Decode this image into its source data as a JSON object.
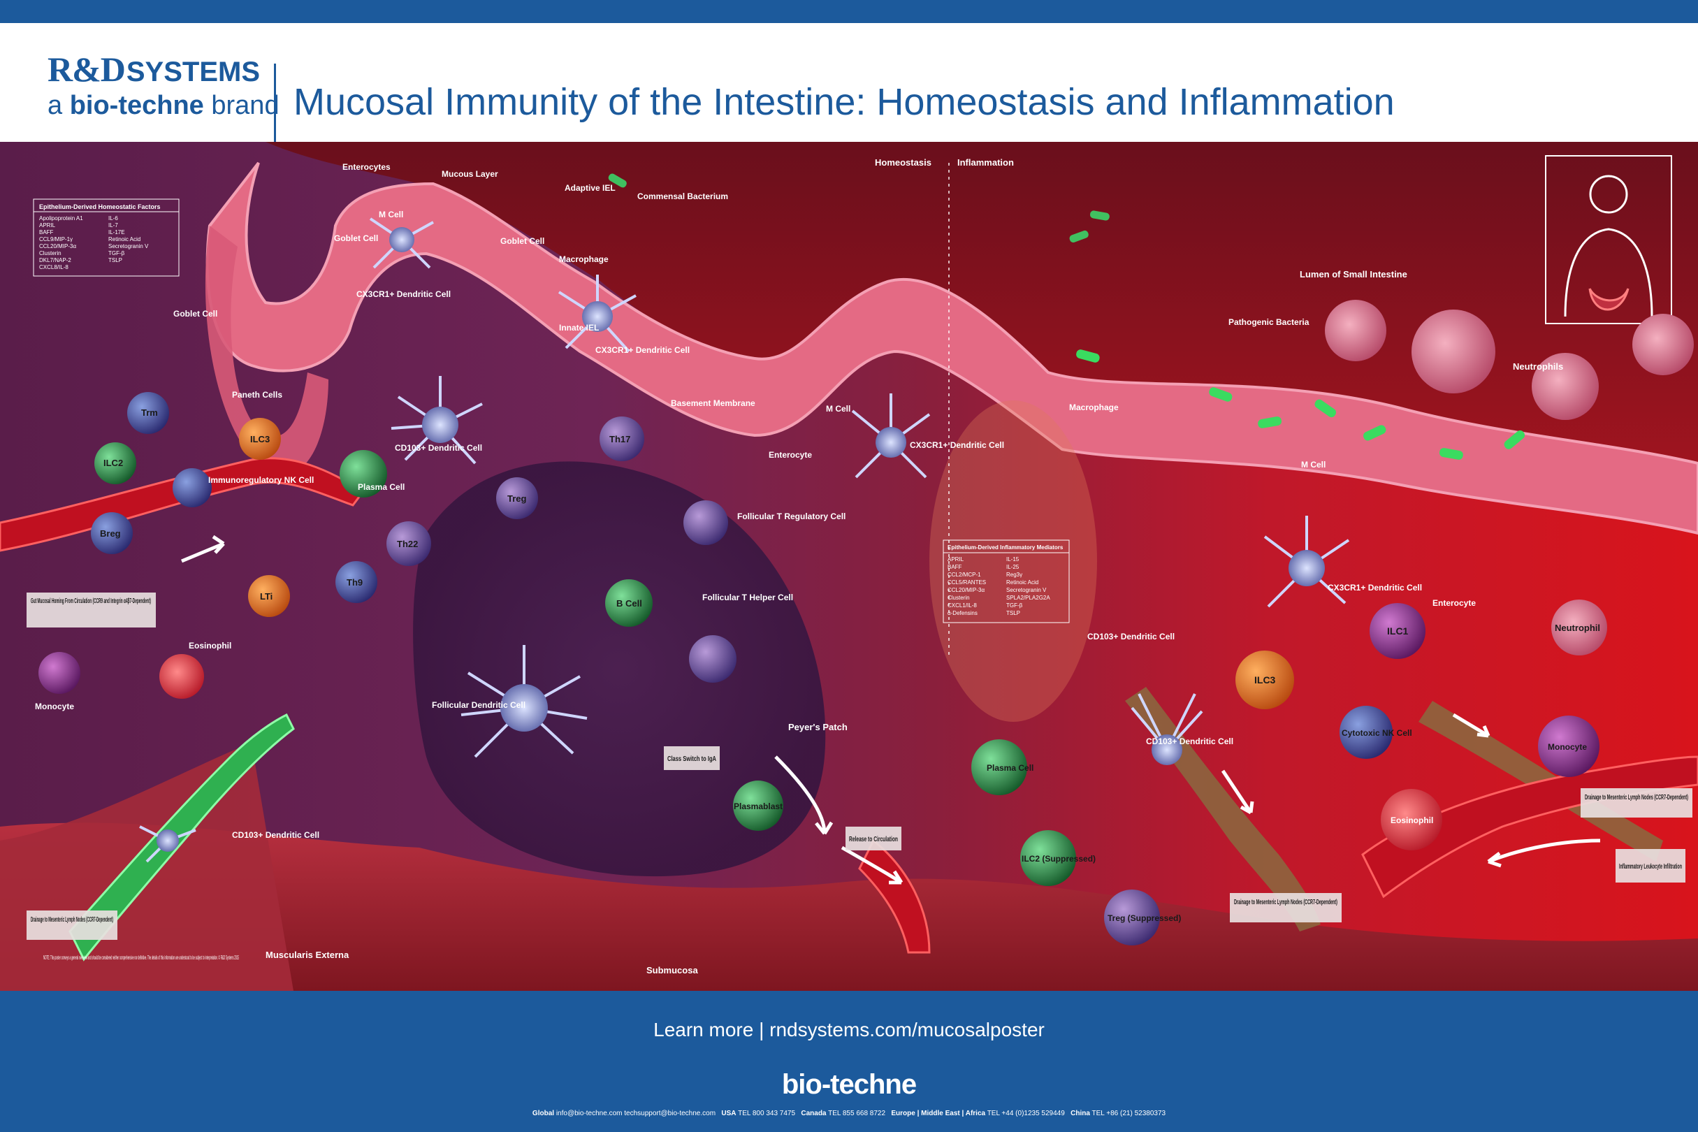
{
  "header": {
    "brand_line1": "R&D",
    "brand_line1b": "SYSTEMS",
    "brand_line2a": "a ",
    "brand_line2b": "bio-techne",
    "brand_line2c": " brand",
    "title": "Mucosal Immunity of the Intestine: Homeostasis and Inflammation"
  },
  "colors": {
    "brand_blue": "#1c5a9c",
    "homeostasis_bg": "#6a2150",
    "inflammation_bg": "#c8161d",
    "epithelium": "#e0607a",
    "label_box": "#e8e0e0"
  },
  "diagram": {
    "regions": {
      "homeostasis": "Homeostasis",
      "inflammation": "Inflammation",
      "lumen": "Lumen of Small Intestine",
      "peyers_patch": "Peyer's Patch",
      "muscularis": "Muscularis Externa",
      "submucosa": "Submucosa",
      "basement_membrane": "Basement Membrane"
    },
    "labels": {
      "enterocytes": "Enterocytes",
      "mucous_layer": "Mucous Layer",
      "adaptive_iel": "Adaptive IEL",
      "commensal_bacterium": "Commensal Bacterium",
      "goblet_cell_1": "Goblet Cell",
      "goblet_cell_2": "Goblet Cell",
      "goblet_cell_3": "Goblet Cell",
      "m_cell_1": "M Cell",
      "m_cell_2": "M Cell",
      "m_cell_3": "M Cell",
      "macrophage_1": "Macrophage",
      "macrophage_2": "Macrophage",
      "cx3cr1_dc_1": "CX3CR1+ Dendritic Cell",
      "cx3cr1_dc_2": "CX3CR1+ Dendritic Cell",
      "cx3cr1_dc_3": "CX3CR1+ Dendritic Cell",
      "cx3cr1_dc_4": "CX3CR1+ Dendritic Cell",
      "innate_iel": "Innate IEL",
      "paneth_cells": "Paneth Cells",
      "trm": "Trm",
      "ilc3_1": "ILC3",
      "ilc2_1": "ILC2",
      "immunoregulatory_nk": "Immunoregulatory NK Cell",
      "cd103_dc_1": "CD103+ Dendritic Cell",
      "cd103_dc_2": "CD103+ Dendritic Cell",
      "cd103_dc_3": "CD103+ Dendritic Cell",
      "cd103_dc_4": "CD103+ Dendritic Cell",
      "plasma_cell_1": "Plasma Cell",
      "plasma_cell_2": "Plasma Cell",
      "th17": "Th17",
      "treg_1": "Treg",
      "breg": "Breg",
      "th22": "Th22",
      "th9": "Th9",
      "lti": "LTi",
      "follicular_treg": "Follicular T Regulatory Cell",
      "follicular_th": "Follicular T Helper Cell",
      "b_cell": "B Cell",
      "follicular_dc": "Follicular Dendritic Cell",
      "plasmablast": "Plasmablast",
      "enterocyte_1": "Enterocyte",
      "enterocyte_2": "Enterocyte",
      "monocyte_1": "Monocyte",
      "monocyte_2": "Monocyte",
      "eosinophil_1": "Eosinophil",
      "eosinophil_2": "Eosinophil",
      "neutrophils": "Neutrophils",
      "neutrophil": "Neutrophil",
      "pathogenic_bacteria": "Pathogenic Bacteria",
      "ilc1": "ILC1",
      "ilc3_2": "ILC3",
      "cytotoxic_nk": "Cytotoxic NK Cell",
      "ilc2_suppressed": "ILC2 (Suppressed)",
      "treg_suppressed": "Treg (Suppressed)"
    },
    "boxes": {
      "gut_homing": "Gut Mucosal Homing From Circulation (CCR9 and Integrin α4β7-Dependent)",
      "drainage_1": "Drainage to Mesenteric Lymph Nodes (CCR7-Dependent)",
      "drainage_2": "Drainage to Mesenteric Lymph Nodes (CCR7-Dependent)",
      "drainage_3": "Drainage to Mesenteric Lymph Nodes (CCR7-Dependent)",
      "class_switch": "Class Switch to IgA",
      "release": "Release to Circulation",
      "inflammatory_infiltration": "Inflammatory Leukocyte Infiltration"
    },
    "homeostatic_factors": {
      "title": "Epithelium-Derived Homeostatic Factors",
      "col1": [
        "Apolipoprotein A1",
        "APRIL",
        "BAFF",
        "CCL9/MIP-1γ",
        "CCL20/MIP-3α",
        "Clusterin",
        "DKL7/NAP-2",
        "CXCL8/IL-8"
      ],
      "col2": [
        "IL-6",
        "IL-7",
        "IL-17E",
        "Retinoic Acid",
        "Secretogranin V",
        "TGF-β",
        "TSLP",
        ""
      ]
    },
    "inflammatory_mediators": {
      "title": "Epithelium-Derived Inflammatory Mediators",
      "col1": [
        "APRIL",
        "BAFF",
        "CCL2/MCP-1",
        "CCL5/RANTES",
        "CCL20/MIP-3α",
        "Clusterin",
        "CXCL1/IL-8",
        "α-Defensins"
      ],
      "col2": [
        "IL-15",
        "IL-25",
        "Reg3γ",
        "Retinoic Acid",
        "Secretogranin V",
        "SPLA2/PLA2G2A",
        "TGF-β",
        "TSLP"
      ]
    },
    "note": "NOTE: This poster conveys a general overview and should be considered neither comprehensive nor definitive. The details of this information are understood to be subject to interpretation. © R&D Systems 2015"
  },
  "footer": {
    "learn_more": "Learn more  |  rndsystems.com/mucosalposter",
    "logo": "bio-techne",
    "contact_global": "Global",
    "contact_text": "info@bio-techne.com   techsupport@bio-techne.com",
    "usa_label": "USA",
    "usa_tel": "TEL 800 343 7475",
    "canada_label": "Canada",
    "canada_tel": "TEL 855 668 8722",
    "europe_label": "Europe | Middle East | Africa",
    "europe_tel": "TEL +44 (0)1235 529449",
    "china_label": "China",
    "china_tel": "TEL +86 (21) 52380373"
  }
}
